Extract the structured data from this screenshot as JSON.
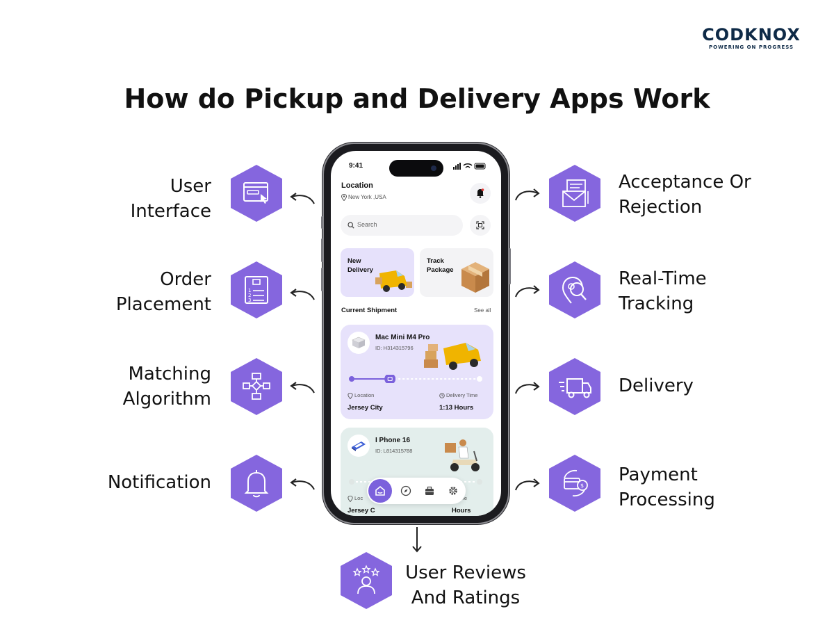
{
  "brand": {
    "name": "CODKNOX",
    "tagline": "POWERING ON PROGRESS"
  },
  "title": "How do Pickup and Delivery Apps Work",
  "colors": {
    "hex_fill": "#8566de",
    "accent": "#7b61dc",
    "brand": "#0e2a47"
  },
  "steps_left": [
    {
      "lines": [
        "User",
        "Interface"
      ],
      "icon": "browser-cursor-icon"
    },
    {
      "lines": [
        "Order",
        "Placement"
      ],
      "icon": "order-list-icon"
    },
    {
      "lines": [
        "Matching",
        "Algorithm"
      ],
      "icon": "flowchart-icon"
    },
    {
      "lines": [
        "Notification"
      ],
      "icon": "bell-icon"
    }
  ],
  "steps_right": [
    {
      "lines": [
        "Acceptance Or",
        "Rejection"
      ],
      "icon": "envelope-icon"
    },
    {
      "lines": [
        "Real-Time",
        "Tracking"
      ],
      "icon": "map-search-icon"
    },
    {
      "lines": [
        "Delivery"
      ],
      "icon": "truck-icon"
    },
    {
      "lines": [
        "Payment",
        "Processing"
      ],
      "icon": "payment-icon"
    }
  ],
  "step_bottom": {
    "lines": [
      "User Reviews",
      "And Ratings"
    ],
    "icon": "rating-user-icon"
  },
  "phone": {
    "time": "9:41",
    "location_title": "Location",
    "location_value": "New York ,USA",
    "search_placeholder": "Search",
    "cards": {
      "new": [
        "New",
        "Delivery"
      ],
      "track": [
        "Track",
        "Package"
      ]
    },
    "current_shipment": "Current Shipment",
    "see_all": "See all",
    "shipments": [
      {
        "name": "Mac Mini M4 Pro",
        "id": "ID: H314315796",
        "location_label": "Location",
        "location": "Jersey City",
        "time_label": "Delivery Time",
        "time": "1:13 Hours",
        "progress": 0.3
      },
      {
        "name": "I Phone 16",
        "id": "ID: L814315788",
        "location_label": "Loc",
        "location": "Jersey C",
        "time_label": "y Time",
        "time": "Hours",
        "progress": 0
      }
    ]
  }
}
